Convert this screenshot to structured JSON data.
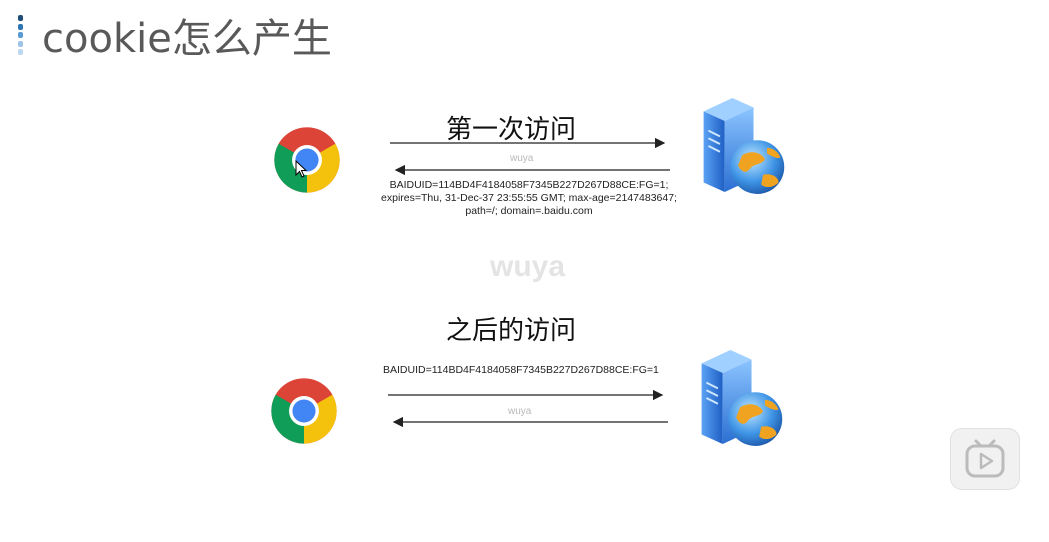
{
  "title": "cookie怎么产生",
  "section1": {
    "label": "第一次访问",
    "watermark": "wuya",
    "cookie_lines": [
      "BAIDUID=114BD4F4184058F7345B227D267D88CE:FG=1;",
      "expires=Thu, 31-Dec-37 23:55:55 GMT; max-age=2147483647;",
      "path=/; domain=.baidu.com"
    ]
  },
  "center_watermark": "wuya",
  "section2": {
    "label": "之后的访问",
    "cookie_line": "BAIDUID=114BD4F4184058F7345B227D267D88CE:FG=1",
    "watermark": "wuya"
  },
  "icons": {
    "browser": "chrome-icon",
    "server": "server-globe-icon",
    "player": "bilibili-play-icon"
  },
  "colors": {
    "title_text": "#595959",
    "accent_blue": "#2f6fd6"
  }
}
